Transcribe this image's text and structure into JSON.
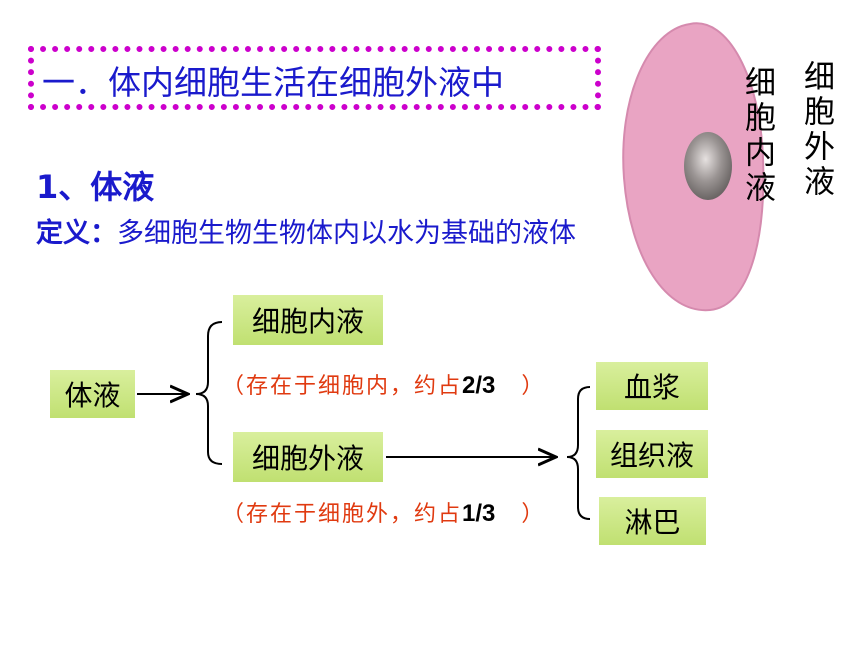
{
  "title": "一．体内细胞生活在细胞外液中",
  "subtitle": "1、体液",
  "definition": {
    "label": "定义：",
    "text": "多细胞生物生物体内以水为基础的液体"
  },
  "cell": {
    "inner_label": "细胞内液",
    "outer_label": "细胞外液",
    "colors": {
      "cell_fill": "#e9a4c3",
      "cell_stroke": "#d58aae",
      "nucleus": "#8f8a89"
    }
  },
  "diagram": {
    "root": "体液",
    "intracellular": {
      "label": "细胞内液",
      "note": "（存在于细胞内，约占",
      "fraction": "2/3",
      "note_end": "）"
    },
    "extracellular": {
      "label": "细胞外液",
      "note": "（存在于细胞外，约占",
      "fraction": "1/3",
      "note_end": "）",
      "components": [
        "血浆",
        "组织液",
        "淋巴"
      ]
    }
  },
  "colors": {
    "title_text": "#1a1acc",
    "title_frame": "#cc00cc",
    "note_text": "#e03a10",
    "box_fill": "#cfe889"
  }
}
